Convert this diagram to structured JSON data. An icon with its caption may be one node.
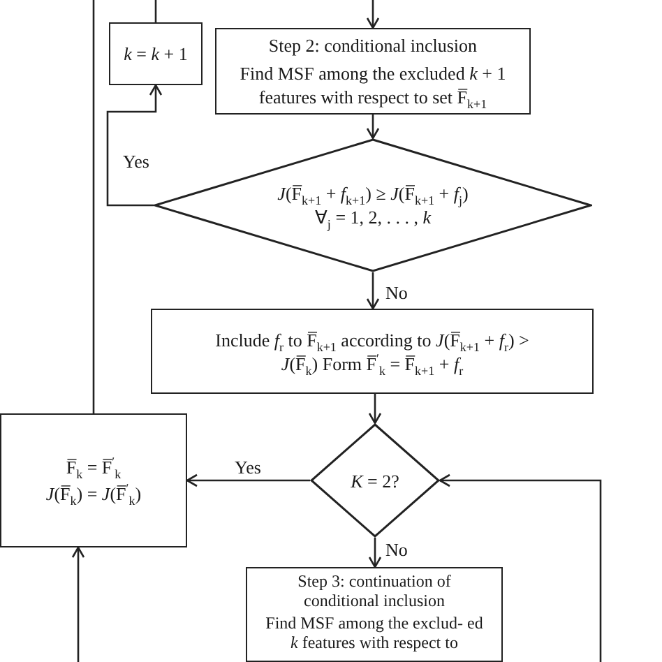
{
  "diagram": {
    "nodes": [
      {
        "text": [
          "*k* = *k* + 1"
        ]
      },
      {
        "text": [
          "Step 2: conditional inclusion",
          "Find MSF among the excluded *k* + 1 features with respect to set F̅$_{k+1}$"
        ]
      },
      {
        "text": [
          "*J*(F̅$_{k+1}$ + *f*$_{k+1}$) ≥ *J*(F̅$_{k+1}$ + *f*$_{j}$)",
          "∀$_{j}$ = 1, 2, . . . , *k*"
        ]
      },
      {
        "text": [
          "Include *f*$_{r}$ to F̅$_{k+1}$ according to *J*(F̅$_{k+1}$ + *f*$_{r}$) > *J*(F̅$_{k}$) Form F̅$^{′}$$_{k}$ = F̅$_{k+1}$ + *f*$_{r}$"
        ]
      },
      {
        "text": [
          "*K* = 2?"
        ]
      },
      {
        "text": [
          "F̅$_{k}$ = F̅$^{′}$$_{k}$",
          "*J*(F̅$_{k}$) = *J*(F̅$^{′}$$_{k}$)"
        ]
      },
      {
        "text": [
          "Step 3: continuation of conditional inclusion",
          "Find MSF among the exclud- ed *k* features with respect to"
        ]
      }
    ],
    "edges": [
      {
        "from": null,
        "to": 1,
        "arrow": "to"
      },
      {
        "from": 0,
        "to": null,
        "arrow": "none"
      },
      {
        "from": 1,
        "to": 2,
        "arrow": "to"
      },
      {
        "from": 2,
        "to": 0,
        "arrow": "to",
        "label": "Yes"
      },
      {
        "from": 2,
        "to": 3,
        "arrow": "to",
        "label": "No"
      },
      {
        "from": 3,
        "to": 4,
        "arrow": "to"
      },
      {
        "from": 4,
        "to": 5,
        "arrow": "to",
        "label": "Yes"
      },
      {
        "from": 4,
        "to": 6,
        "arrow": "to",
        "label": "No"
      },
      {
        "from": 5,
        "to": null,
        "arrow": "none"
      },
      {
        "from": null,
        "to": 5,
        "arrow": "to"
      },
      {
        "from": null,
        "to": 4,
        "arrow": "to"
      }
    ]
  }
}
